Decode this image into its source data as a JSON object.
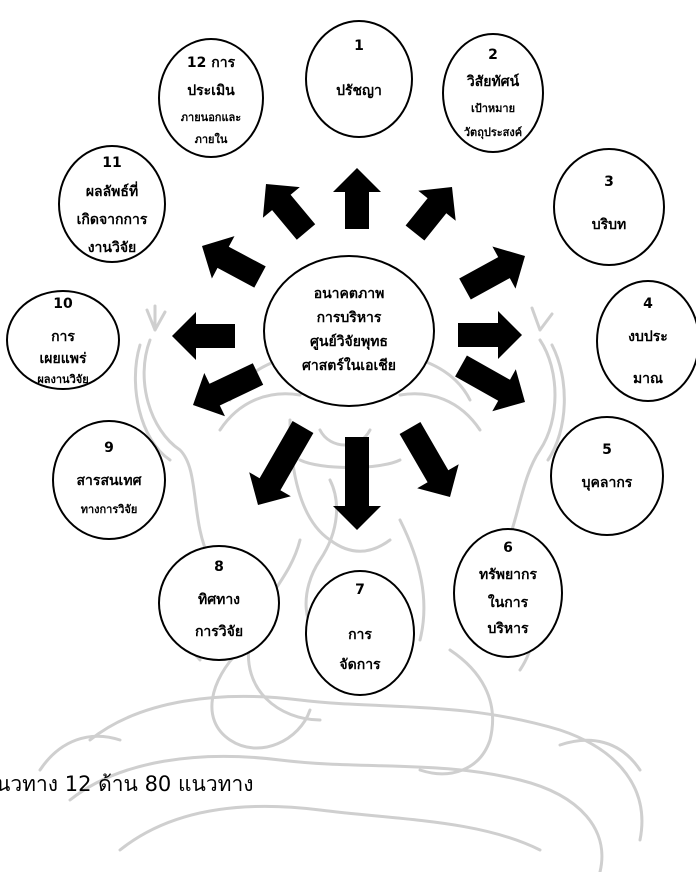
{
  "center": {
    "lines": [
      "อนาคตภาพ",
      "การบริหาร",
      "ศูนย์วิจัยพุทธ",
      "ศาสตร์ในเอเชีย"
    ]
  },
  "nodes": [
    {
      "number": "1",
      "lines": [
        "ปรัชญา"
      ]
    },
    {
      "number": "2",
      "lines": [
        "วิสัยทัศน์",
        "เป้าหมาย",
        "วัตถุประสงค์"
      ]
    },
    {
      "number": "3",
      "lines": [
        "บริบท"
      ]
    },
    {
      "number": "4",
      "lines": [
        "งบประ",
        "มาณ"
      ]
    },
    {
      "number": "5",
      "lines": [
        "บุคลากร"
      ]
    },
    {
      "number": "6",
      "lines": [
        "ทรัพยากร",
        "ในการ",
        "บริหาร"
      ]
    },
    {
      "number": "7",
      "lines": [
        "การ",
        "จัดการ"
      ]
    },
    {
      "number": "8",
      "lines": [
        "ทิศทาง",
        "การวิจัย"
      ]
    },
    {
      "number": "9",
      "lines": [
        "สารสนเทศ",
        "ทางการวิจัย"
      ]
    },
    {
      "number": "10",
      "lines": [
        "การ",
        "เผยแพร่",
        "ผลงานวิจัย"
      ]
    },
    {
      "number": "11",
      "lines": [
        "ผลลัพธ์ที่",
        "เกิดจากการ",
        "งานวิจัย"
      ]
    },
    {
      "number": "12 การ",
      "lines": [
        "ประเมิน",
        "ภายนอกและ",
        "ภายใน"
      ]
    }
  ],
  "caption": "นวทาง 12 ด้าน 80 แนวทาง"
}
